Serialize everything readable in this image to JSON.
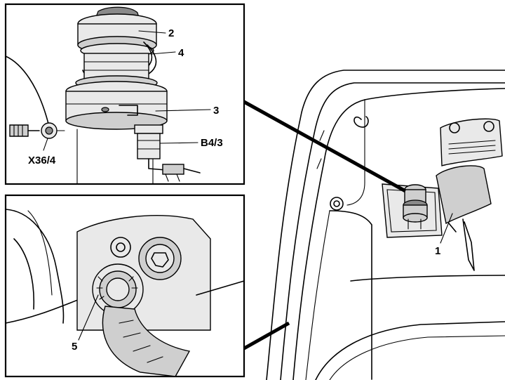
{
  "labels": {
    "part_1": "1",
    "part_2": "2",
    "part_3": "3",
    "part_4": "4",
    "part_5": "5",
    "sensor_b43": "B4/3",
    "ground_x364": "X36/4"
  }
}
